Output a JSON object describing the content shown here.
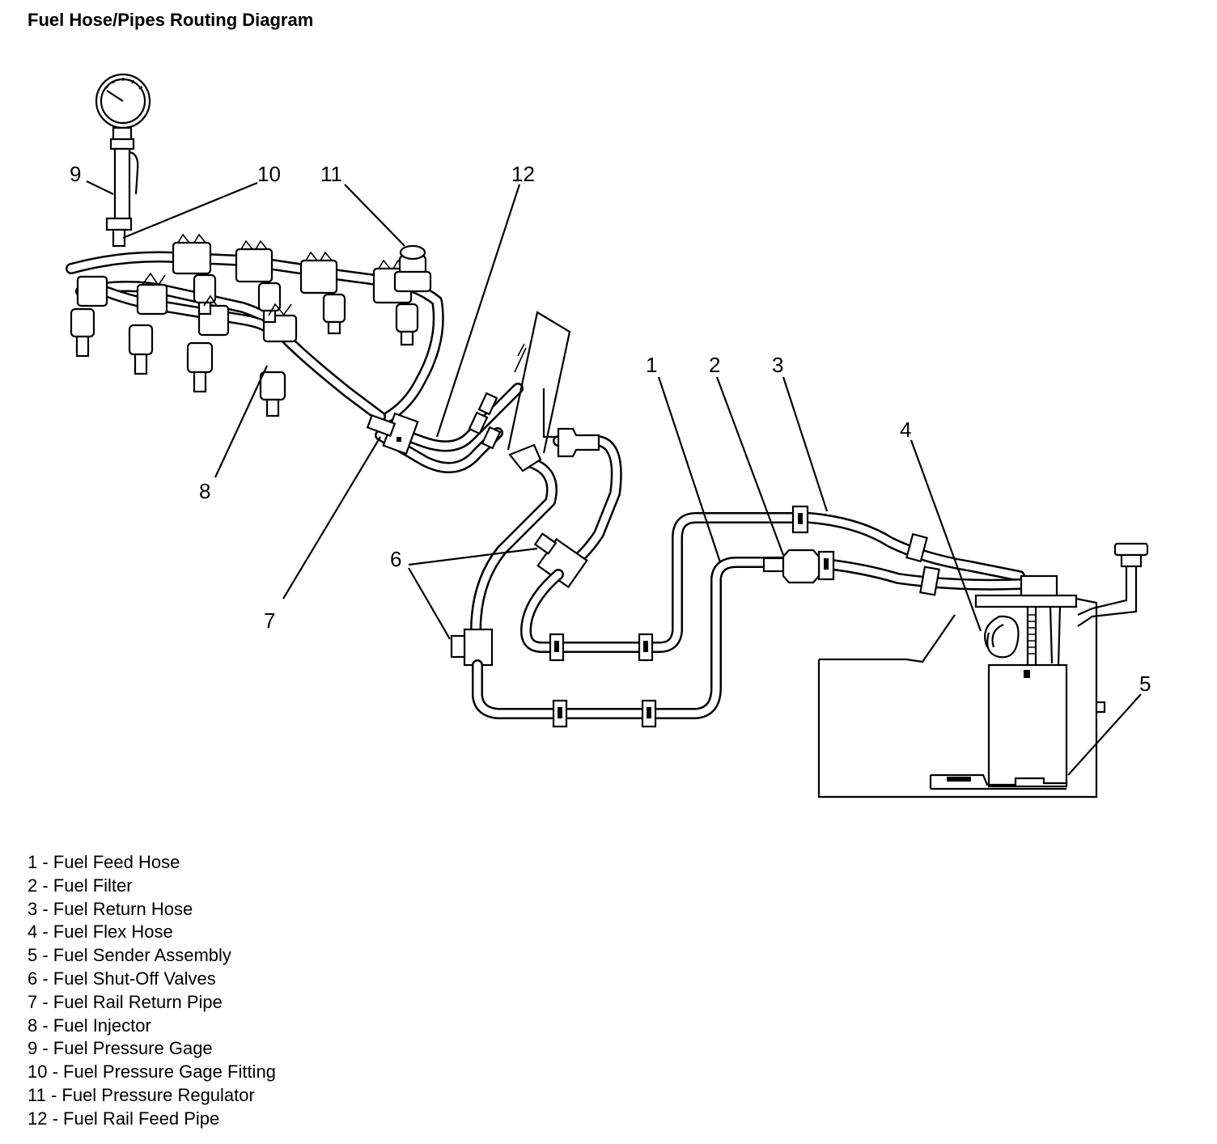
{
  "title": "Fuel Hose/Pipes Routing Diagram",
  "callouts": [
    "1",
    "2",
    "3",
    "4",
    "5",
    "6",
    "7",
    "8",
    "9",
    "10",
    "11",
    "12"
  ],
  "legend": [
    "1 - Fuel Feed Hose",
    "2 - Fuel Filter",
    "3 - Fuel Return Hose",
    "4 - Fuel Flex Hose",
    "5 - Fuel Sender Assembly",
    "6 - Fuel Shut-Off Valves",
    "7 - Fuel Rail Return Pipe",
    "8 - Fuel Injector",
    "9 - Fuel Pressure Gage",
    "10 - Fuel Pressure Gage Fitting",
    "11 - Fuel Pressure Regulator",
    "12 - Fuel Rail Feed Pipe"
  ]
}
